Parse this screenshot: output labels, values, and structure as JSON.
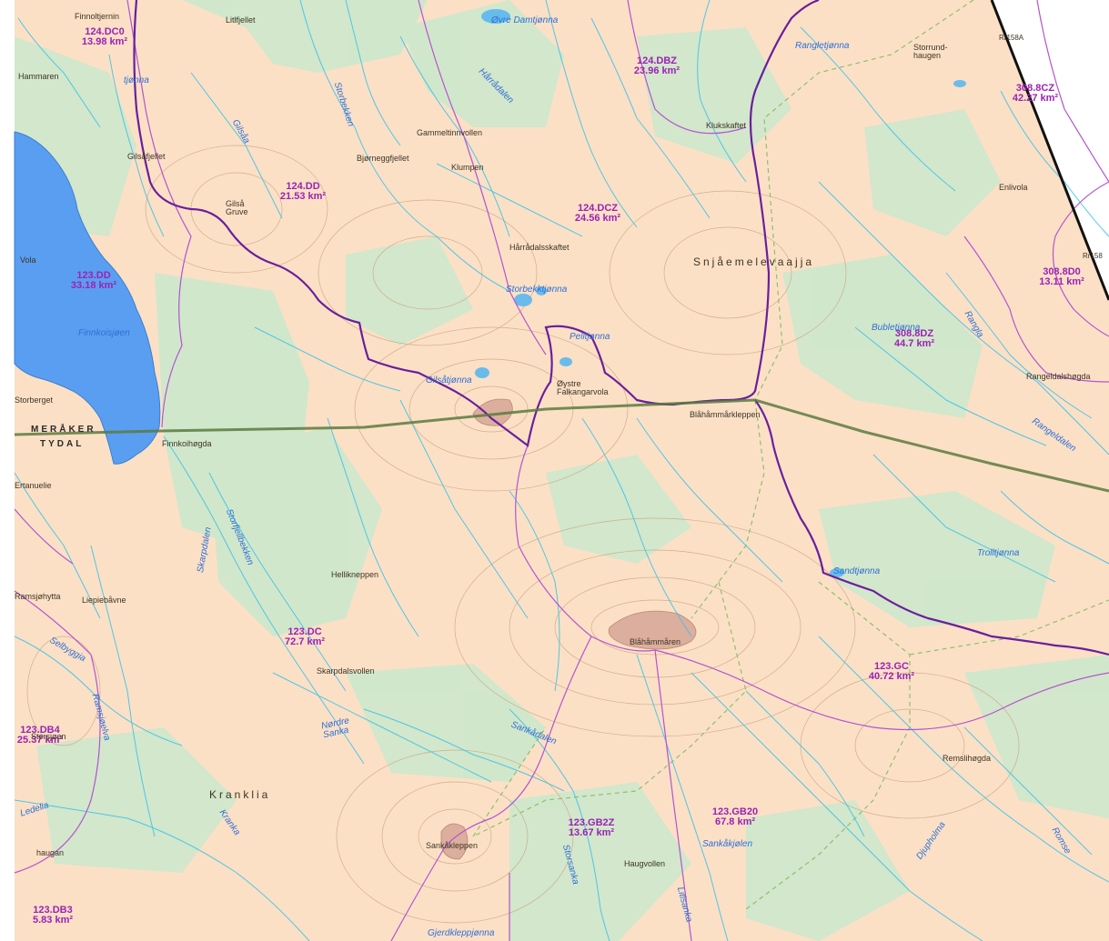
{
  "map": {
    "colors": {
      "land": "#fbe0c6",
      "forest": "#cde8cc",
      "lake": "#5a9ef1",
      "stream": "#3ec3e8",
      "watershed": "#6a1f9c",
      "subbasin": "#b454d0",
      "county_border": "#5b7a3e",
      "contour": "#c9a27a",
      "hilltop": "#d9a99a",
      "trail": "#8fc06a",
      "coast_edge": "#111111"
    },
    "catchments": [
      {
        "code": "124.DC0",
        "area": "13.98 km²"
      },
      {
        "code": "124.DBZ",
        "area": "23.96 km²"
      },
      {
        "code": "308.8CZ",
        "area": "42.27 km²"
      },
      {
        "code": "124.DD",
        "area": "21.53 km²"
      },
      {
        "code": "124.DCZ",
        "area": "24.56 km²"
      },
      {
        "code": "123.DD",
        "area": "33.18 km²"
      },
      {
        "code": "308.8D0",
        "area": "13.11 km²"
      },
      {
        "code": "308.8DZ",
        "area": "44.7 km²"
      },
      {
        "code": "123.DC",
        "area": "72.7 km²"
      },
      {
        "code": "123.GC",
        "area": "40.72 km²"
      },
      {
        "code": "123.DB4",
        "area": "25.37 km²"
      },
      {
        "code": "123.GB2Z",
        "area": "13.67 km²"
      },
      {
        "code": "123.GB20",
        "area": "67.8 km²"
      },
      {
        "code": "123.DB3",
        "area": "5.83 km²"
      }
    ],
    "places": [
      "Finnoltjernin",
      "Litlfjellet",
      "Hammaren",
      "Gilsåfjellet",
      "Gilså Gruve",
      "Bjørneggfjellet",
      "Gammeltinnvollen",
      "Klumpen",
      "Hårrådalsskaftet",
      "Klukskaftet",
      "Storrund-haugen",
      "Vola",
      "Storberget",
      "Finnkoihøgda",
      "Øystre Falkangarvola",
      "Blåhåmmårkleppen",
      "Enlivola",
      "Rangeldalshøgda",
      "Hellikneppen",
      "Ramsjøhytta",
      "Liepiebåvne",
      "Skarpdalsvollen",
      "Blåhåmmåren",
      "Remslihøgda",
      "Sankåkleppen",
      "Haugvollen",
      "haugan",
      "Storsjøen",
      "Ertanuelie"
    ],
    "water_names": [
      "tjønna",
      "Øvre Damtjønna",
      "Rangletjønna",
      "Storbekken",
      "Gilsåa",
      "Hårrådalen",
      "Finnkoisjøen",
      "Storbekktjønna",
      "Pelltjønna",
      "Gilsåtjønna",
      "Bubletjønna",
      "Rangla",
      "Rangeldalen",
      "Storfjellbekken",
      "Skarpdalen",
      "Selbyggia",
      "Ramsjøelva",
      "Nørdre Sanka",
      "Sankådalen",
      "Kranka",
      "Ledelia",
      "Storsanka",
      "Sankåkjølen",
      "Litlsanka",
      "Djupholma",
      "Romse",
      "Sandtjønna",
      "Trolltjønna",
      "Gjerdkleppjønna"
    ],
    "region_names": [
      "MERÅKER",
      "TYDAL",
      "Snjåemelevaajja",
      "Kranklia"
    ],
    "map_codes": [
      "Rr158A",
      "Rr158"
    ]
  }
}
